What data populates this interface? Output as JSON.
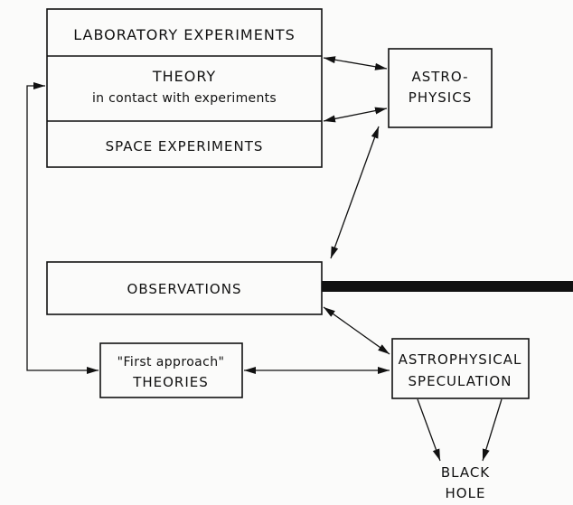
{
  "diagram": {
    "lab_experiments": "LABORATORY EXPERIMENTS",
    "theory_title": "THEORY",
    "theory_subtitle": "in contact with experiments",
    "space_experiments": "SPACE EXPERIMENTS",
    "astrophysics_line1": "ASTRO-",
    "astrophysics_line2": "PHYSICS",
    "observations": "OBSERVATIONS",
    "first_approach_line1": "\"First approach\"",
    "first_approach_line2": "THEORIES",
    "speculation_line1": "ASTROPHYSICAL",
    "speculation_line2": "SPECULATION",
    "black_hole_line1": "BLACK",
    "black_hole_line2": "HOLE"
  },
  "colors": {
    "ink": "#111111",
    "paper": "#fbfbfa"
  }
}
